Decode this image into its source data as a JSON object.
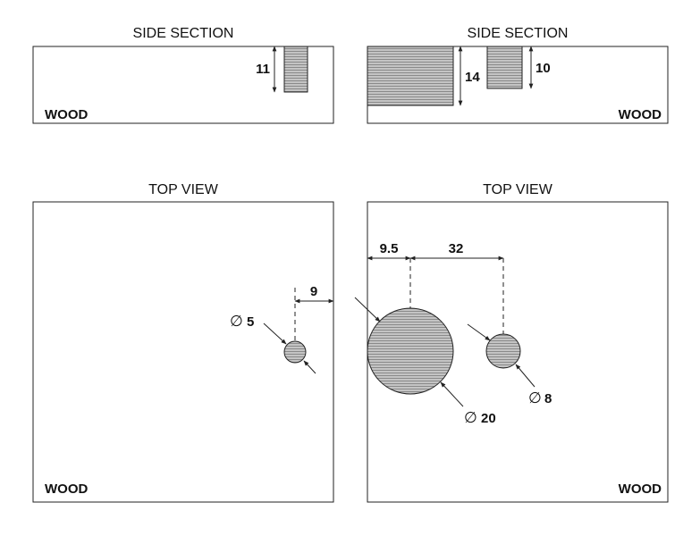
{
  "panels": {
    "side_left": {
      "title": "SIDE SECTION",
      "material": "WOOD",
      "depth_label": "11"
    },
    "side_right": {
      "title": "SIDE SECTION",
      "material": "WOOD",
      "depth_large_label": "14",
      "depth_small_label": "10"
    },
    "top_left": {
      "title": "TOP VIEW",
      "material": "WOOD",
      "offset_label": "9",
      "diameter_label": "5"
    },
    "top_right": {
      "title": "TOP VIEW",
      "material": "WOOD",
      "offset_label": "9.5",
      "spacing_label": "32",
      "large_diameter_label": "20",
      "small_diameter_label": "8"
    }
  },
  "symbols": {
    "diameter": "∅"
  },
  "colors": {
    "hatch_fill": "#c4c4c4",
    "hatch_line": "#8a8a8a",
    "outline": "#222222"
  }
}
